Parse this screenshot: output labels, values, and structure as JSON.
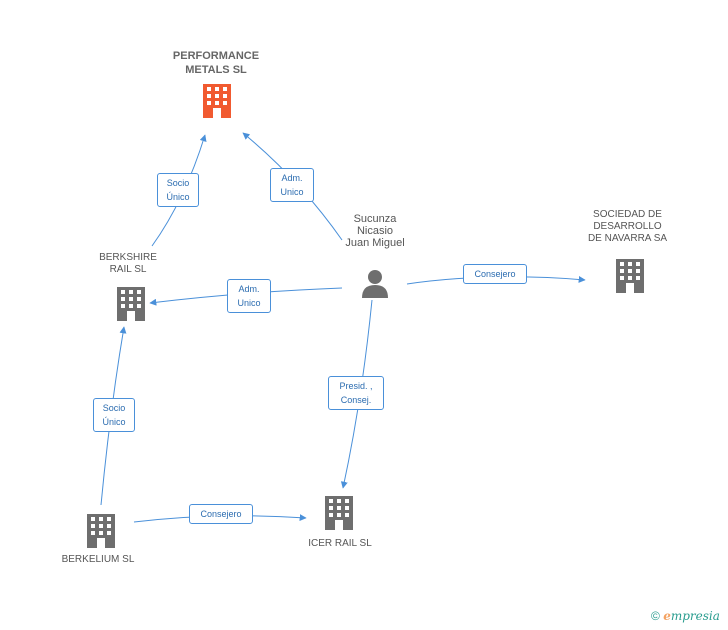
{
  "colors": {
    "main_company": "#f15a30",
    "company": "#6e6e6e",
    "edge": "#4a90d9",
    "person": "#6e6e6e"
  },
  "nodes": {
    "performance_metals": {
      "label": "PERFORMANCE\nMETALS SL",
      "icon": "building-icon"
    },
    "berkshire_rail": {
      "label": "BERKSHIRE\nRAIL SL",
      "icon": "building-icon"
    },
    "sucunza": {
      "label": "Sucunza\nNicasio\nJuan Miguel",
      "icon": "person-icon"
    },
    "sociedad_desarrollo": {
      "label": "SOCIEDAD DE\nDESARROLLO\nDE NAVARRA SA",
      "icon": "building-icon"
    },
    "berkelium": {
      "label": "BERKELIUM SL",
      "icon": "building-icon"
    },
    "icer_rail": {
      "label": "ICER RAIL SL",
      "icon": "building-icon"
    }
  },
  "edges": {
    "berkshire_to_performance": "Socio\nÚnico",
    "sucunza_to_performance": "Adm.\nUnico",
    "sucunza_to_berkshire": "Adm.\nUnico",
    "sucunza_to_sociedad": "Consejero",
    "sucunza_to_icer": "Presid. ,\nConsej.",
    "berkelium_to_berkshire": "Socio\nÚnico",
    "berkelium_to_icer": "Consejero"
  },
  "footer": {
    "copyright": "©",
    "brand_e": "e",
    "brand_rest": "mpresia"
  }
}
